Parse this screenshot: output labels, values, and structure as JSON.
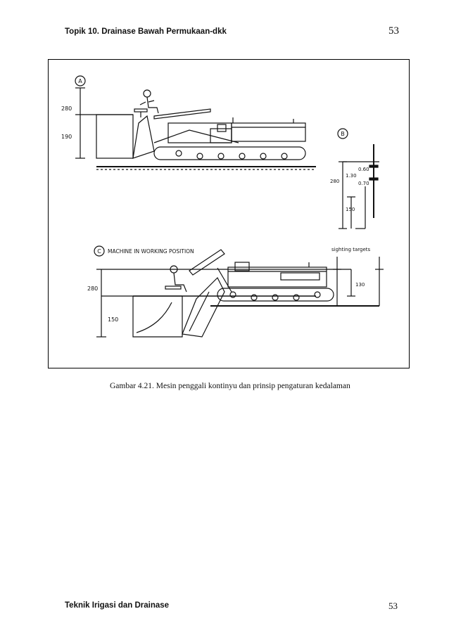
{
  "header": {
    "title": "Topik 10. Drainase Bawah Permukaan-dkk",
    "page_number": "53"
  },
  "figure": {
    "panel_a": {
      "marker": "A",
      "dim_top": "280",
      "dim_bottom": "190"
    },
    "panel_b": {
      "marker": "B",
      "dim_1": "0.60",
      "dim_2": "1.30",
      "dim_3": "0.70",
      "dim_4": "280",
      "dim_5": "150"
    },
    "panel_c": {
      "marker": "C",
      "title": "MACHINE IN WORKING POSITION",
      "sighting_label": "sighting targets",
      "dim_top": "280",
      "dim_bottom": "150",
      "dim_right": "130"
    }
  },
  "caption": "Gambar 4.21. Mesin penggali kontinyu dan prinsip pengaturan kedalaman",
  "footer": {
    "title": "Teknik Irigasi dan Drainase",
    "page_number": "53"
  }
}
